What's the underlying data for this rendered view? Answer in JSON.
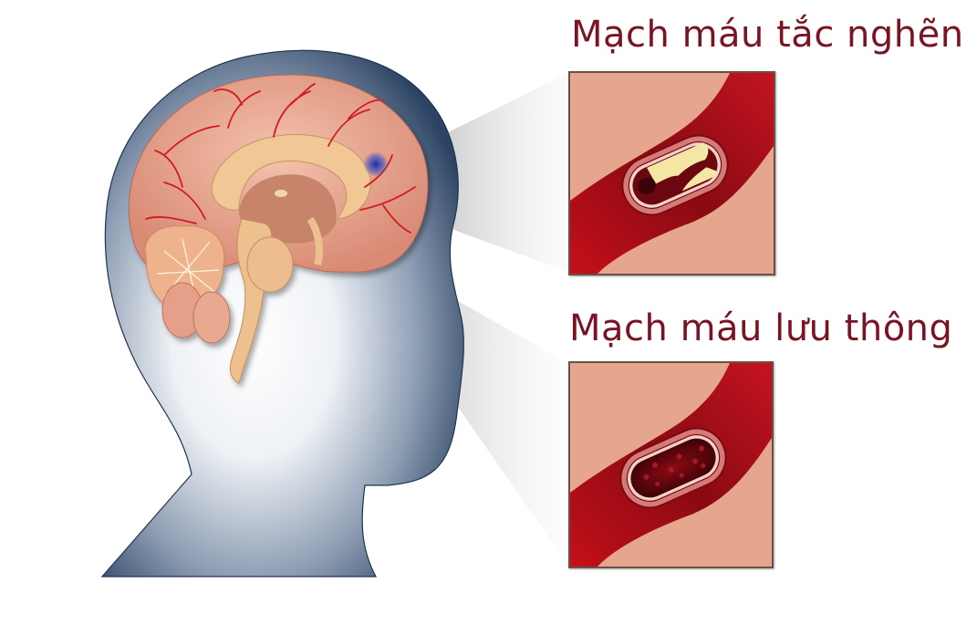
{
  "figure": {
    "subject": "brain blood vessel comparison",
    "background_color": "#ffffff",
    "label_color": "#7a1424"
  },
  "labels": {
    "blocked": "Mạch máu tắc nghẽn",
    "flowing": "Mạch máu lưu thông"
  },
  "panels": [
    {
      "id": "blocked",
      "title_ref": "labels.blocked",
      "state": "plaque-blocked vessel"
    },
    {
      "id": "flowing",
      "title_ref": "labels.flowing",
      "state": "clear vessel with blood flow"
    }
  ],
  "colors": {
    "tissue": "#e6a58c",
    "vessel": "#b3101a",
    "vessel_dark": "#6e0710",
    "plaque": "#f3e3a8",
    "head_light": "#f4f6f8",
    "head_dark": "#2f4766",
    "brain": "#e59a84",
    "artery": "#d21a24",
    "clot": "#2a3ea8"
  }
}
